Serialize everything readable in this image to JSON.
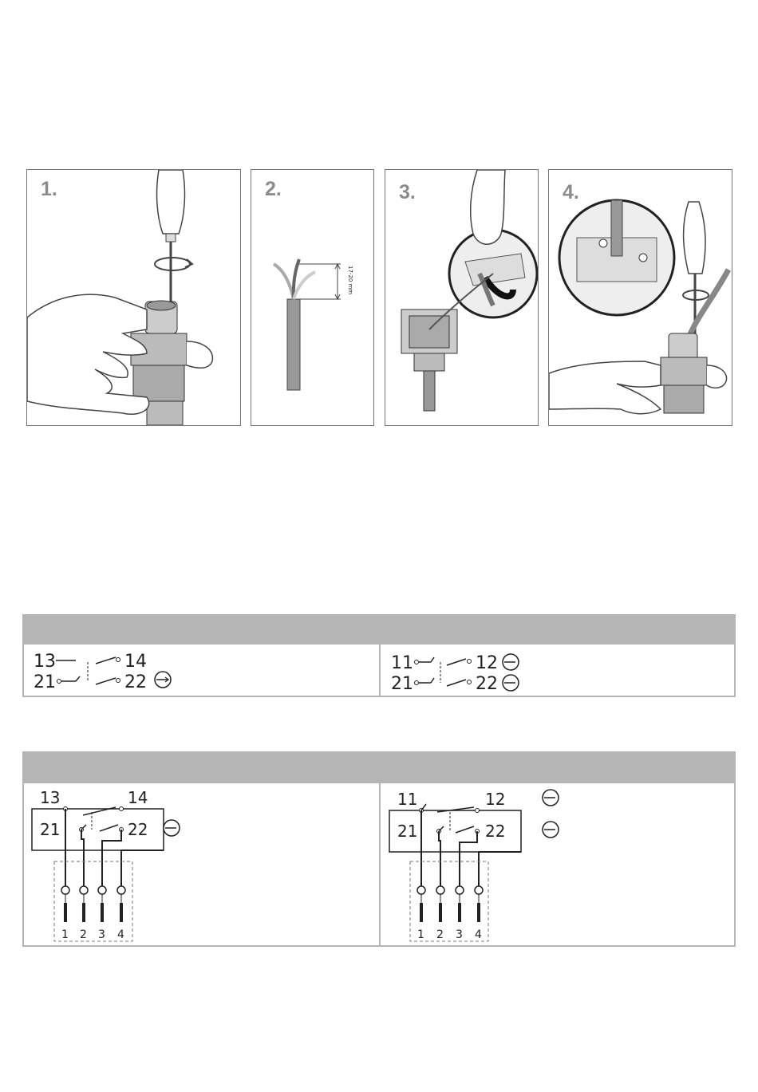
{
  "steps": [
    {
      "number": "1.",
      "icon": "screwdriver-hand-icon"
    },
    {
      "number": "2.",
      "icon": "stripped-cable-icon",
      "dimension_label": "17-20 mm"
    },
    {
      "number": "3.",
      "icon": "wire-insertion-icon"
    },
    {
      "number": "4.",
      "icon": "cable-gland-tighten-icon"
    }
  ],
  "contacts_table": {
    "left": {
      "t13": "13",
      "t14": "14",
      "t21": "21",
      "t22": "22"
    },
    "right": {
      "t11": "11",
      "t12": "12",
      "t21": "21",
      "t22": "22"
    }
  },
  "wiring_table": {
    "left": {
      "t13": "13",
      "t14": "14",
      "t21": "21",
      "t22": "22",
      "pins": [
        "1",
        "2",
        "3",
        "4"
      ]
    },
    "right": {
      "t11": "11",
      "t12": "12",
      "t21": "21",
      "t22": "22",
      "pins": [
        "1",
        "2",
        "3",
        "4"
      ]
    }
  },
  "colors": {
    "header_gray": "#b5b5b5",
    "step_gray": "#8c8c8c",
    "line": "#222222"
  }
}
